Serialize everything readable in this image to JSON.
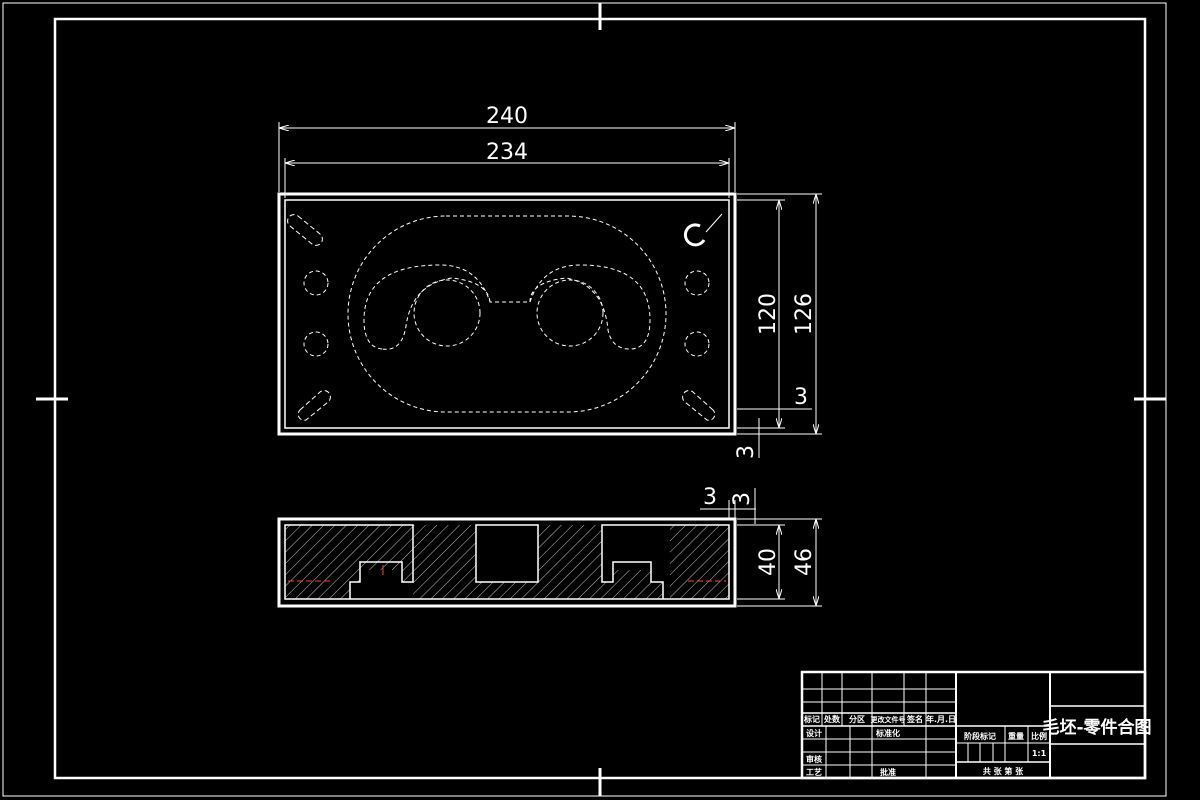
{
  "drawing": {
    "line_color": "#ffffff",
    "background_color": "#000000",
    "hatch_color": "#bfbfbf",
    "dashed_color": "#ffffff",
    "marker_color": "#ff3b3b"
  },
  "dimensions": {
    "overall_length": "240",
    "inner_length": "234",
    "inner_width": "120",
    "overall_width": "126",
    "allowance_side": "3",
    "allowance_bottom": "3",
    "allowance_top_left": "3",
    "allowance_top_right": "3",
    "inner_height": "40",
    "overall_height": "46"
  },
  "title_block": {
    "drawing_title": "毛坯-零件合图",
    "header_row": [
      "标记",
      "处数",
      "分区",
      "更改文件号",
      "签名",
      "年.月.日"
    ],
    "design_label": "设计",
    "standardization_label": "标准化",
    "review_label": "审核",
    "process_label": "工艺",
    "approve_label": "批准",
    "stage_mark_label": "阶段标记",
    "weight_label": "重量",
    "scale_label": "比例",
    "scale_value": "1:1",
    "sheet_info": "共 张 第 张"
  }
}
